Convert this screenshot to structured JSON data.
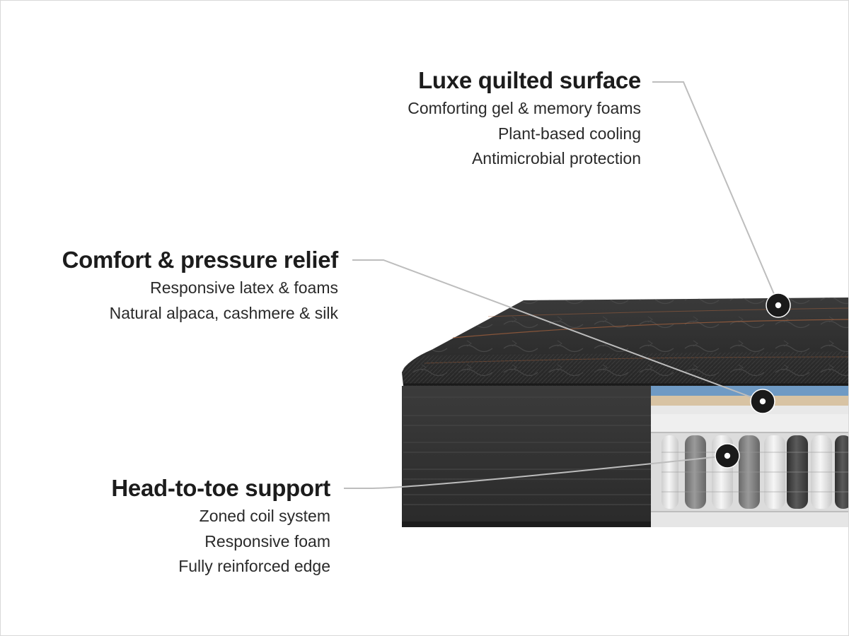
{
  "callouts": [
    {
      "heading": "Luxe quilted surface",
      "features": [
        "Comforting gel & memory foams",
        "Plant-based cooling",
        "Antimicrobial protection"
      ]
    },
    {
      "heading": "Comfort & pressure relief",
      "features": [
        "Responsive latex & foams",
        "Natural alpaca, cashmere & silk"
      ]
    },
    {
      "heading": "Head-to-toe support",
      "features": [
        "Zoned coil system",
        "Responsive foam",
        "Fully reinforced edge"
      ]
    }
  ],
  "colors": {
    "background": "#ffffff",
    "heading_text": "#1c1c1c",
    "feature_text": "#2a2a2a",
    "leader_line": "#bdbdbd",
    "mattress_cover": "#2b2b2b",
    "comfort_layer_blue": "#6f9ac4",
    "latex_layer_tan": "#d8c3a3",
    "coil_light": "#e9e9e9",
    "coil_dark": "#4a4a4a",
    "copper_stitch": "#b5683f"
  },
  "icons": [
    "marker-dot-icon",
    "marker-dot-icon",
    "marker-dot-icon"
  ]
}
